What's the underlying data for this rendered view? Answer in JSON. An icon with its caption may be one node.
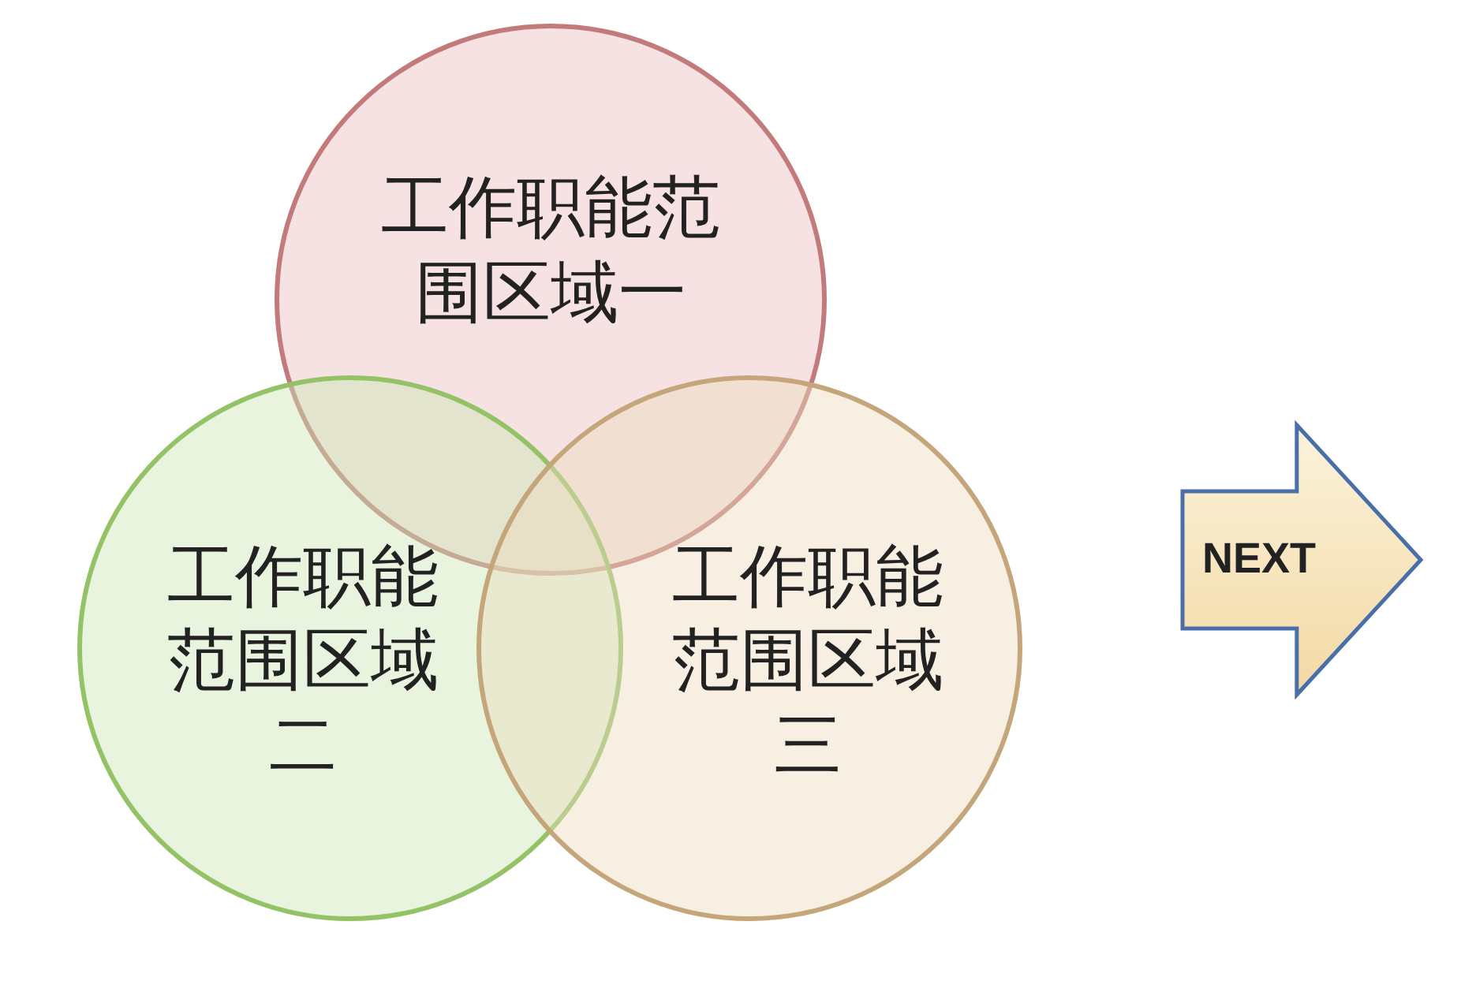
{
  "diagram": {
    "nodes": [
      {
        "text": [
          "工作职能范围区域一"
        ]
      },
      {
        "text": [
          "工作职能范围区域二"
        ]
      },
      {
        "text": [
          "工作职能范围区域三"
        ]
      },
      {
        "text": [
          "NEXT"
        ]
      }
    ]
  }
}
